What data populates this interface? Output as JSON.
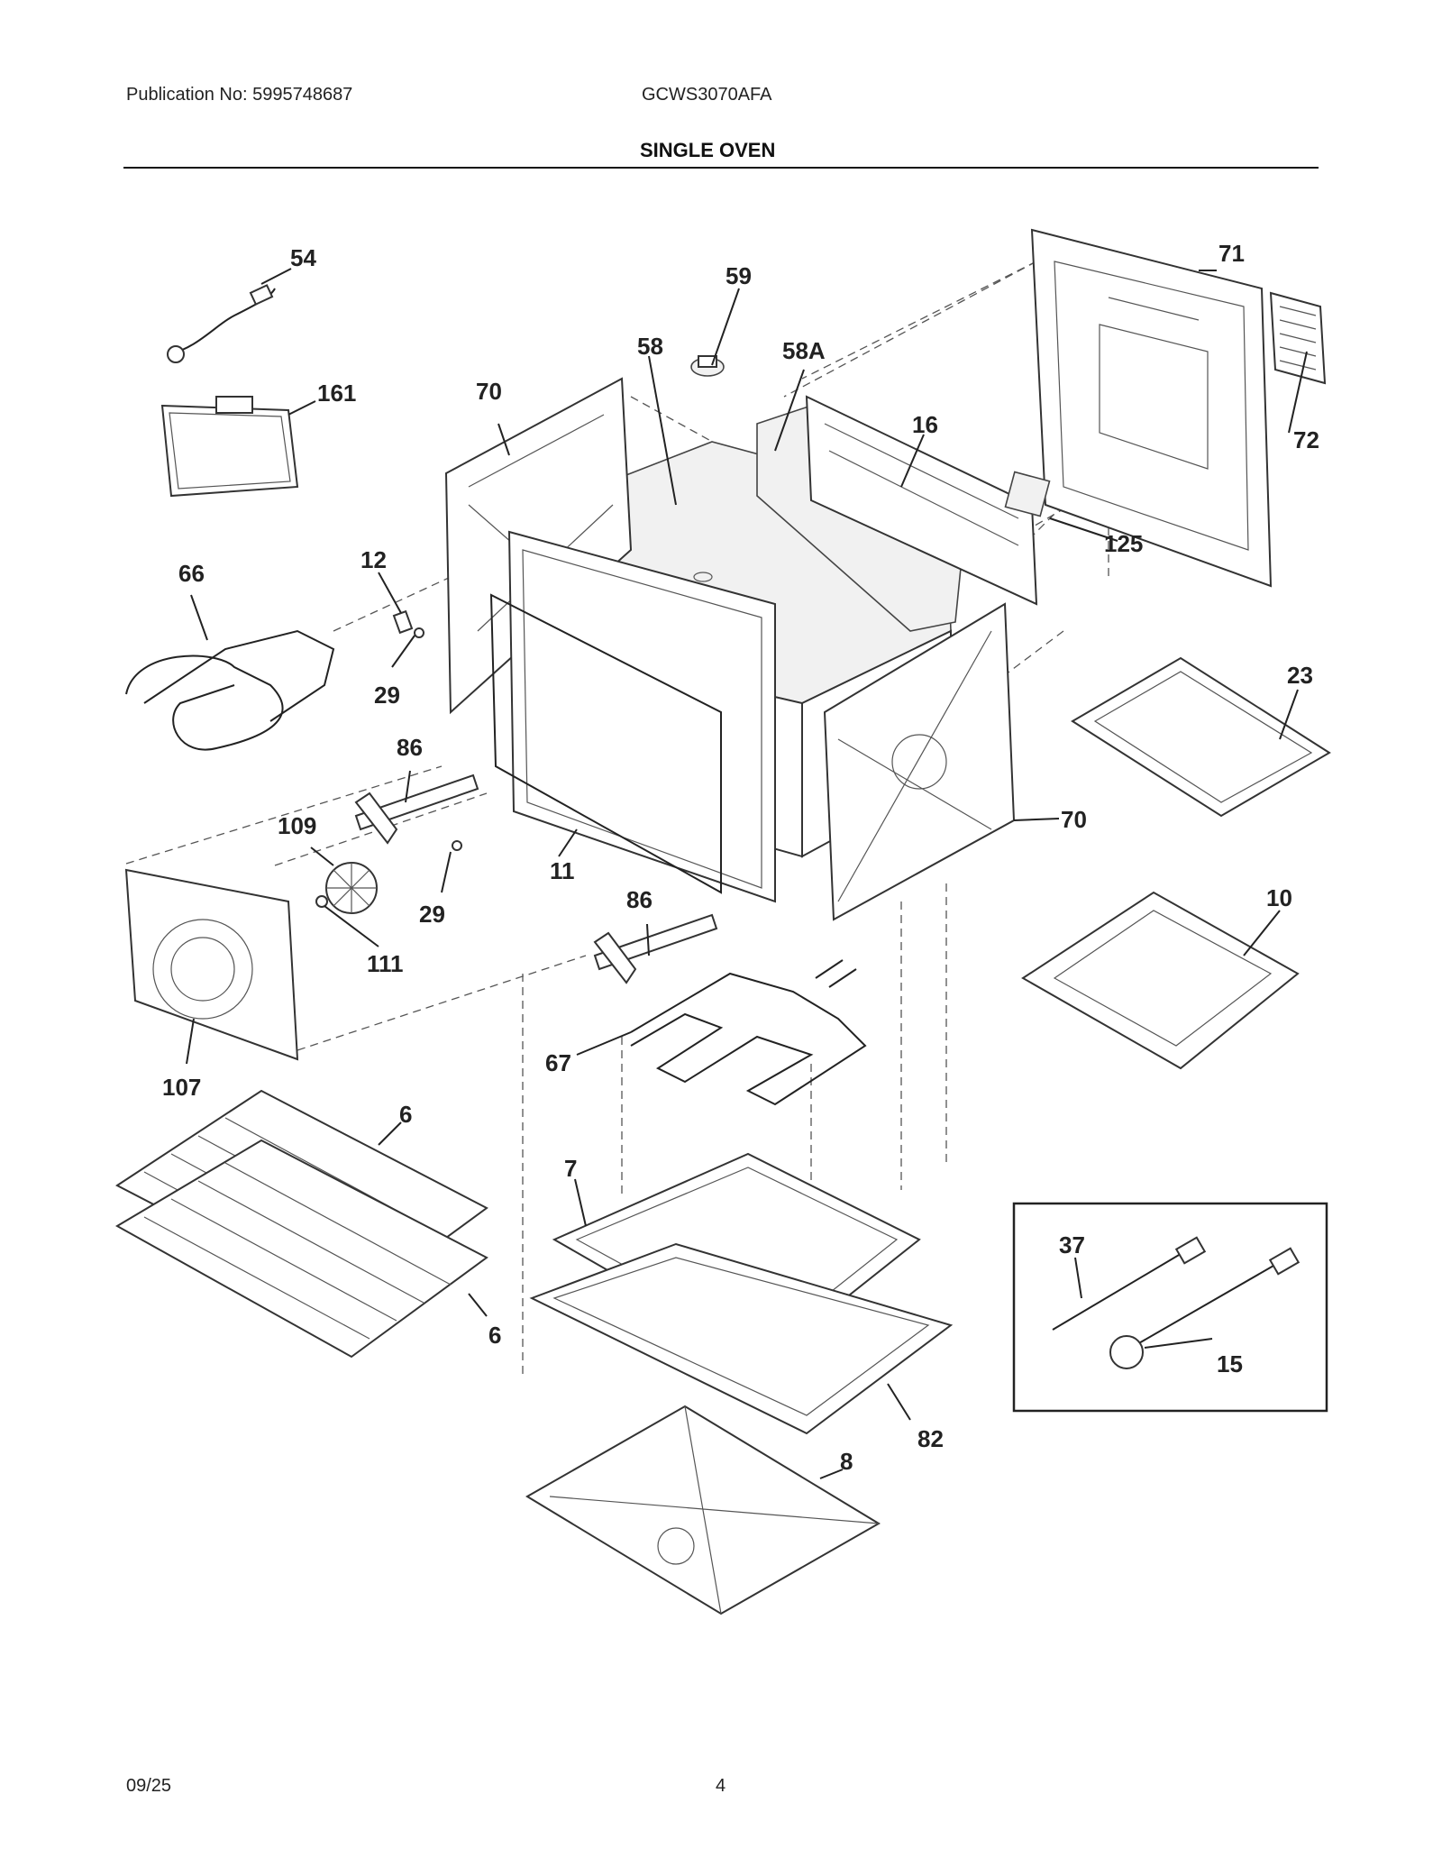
{
  "header": {
    "publication": "Publication No: 5995748687",
    "model": "GCWS3070AFA",
    "title": "SINGLE OVEN"
  },
  "footer": {
    "date": "09/25",
    "page": "4"
  },
  "callouts": {
    "c54": "54",
    "c59": "59",
    "c58": "58",
    "c58a": "58A",
    "c71": "71",
    "c72": "72",
    "c161": "161",
    "c70a": "70",
    "c16": "16",
    "c125": "125",
    "c12": "12",
    "c66": "66",
    "c29a": "29",
    "c23": "23",
    "c86a": "86",
    "c109": "109",
    "c70b": "70",
    "c11": "11",
    "c29b": "29",
    "c111": "111",
    "c86b": "86",
    "c10": "10",
    "c107": "107",
    "c67": "67",
    "c6a": "6",
    "c7": "7",
    "c37": "37",
    "c6b": "6",
    "c15": "15",
    "c82": "82",
    "c8": "8"
  }
}
